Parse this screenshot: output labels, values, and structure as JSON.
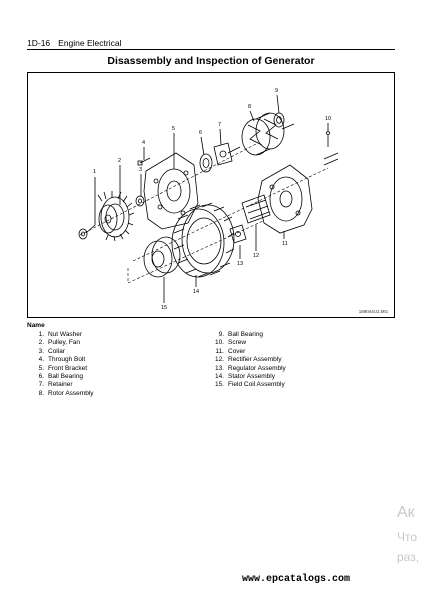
{
  "header": {
    "section": "1D-16",
    "chapter": "Engine Electrical"
  },
  "title": "Disassembly and Inspection of Generator",
  "figure": {
    "code": "189044U1.MG",
    "callouts": [
      "1",
      "2",
      "3",
      "4",
      "5",
      "6",
      "7",
      "8",
      "9",
      "10",
      "11",
      "12",
      "13",
      "14",
      "15"
    ]
  },
  "legend": {
    "heading": "Name",
    "items": [
      {
        "num": "1.",
        "name": "Nut Washer"
      },
      {
        "num": "2.",
        "name": "Pulley, Fan"
      },
      {
        "num": "3.",
        "name": "Collar"
      },
      {
        "num": "4.",
        "name": "Through Bolt"
      },
      {
        "num": "5.",
        "name": "Front Bracket"
      },
      {
        "num": "6.",
        "name": "Ball Bearing"
      },
      {
        "num": "7.",
        "name": "Retainer"
      },
      {
        "num": "8.",
        "name": "Rotor Assembly"
      },
      {
        "num": "9.",
        "name": "Ball Bearing"
      },
      {
        "num": "10.",
        "name": "Screw"
      },
      {
        "num": "11.",
        "name": "Cover"
      },
      {
        "num": "12.",
        "name": "Rectifier Assembly"
      },
      {
        "num": "13.",
        "name": "Regulator Assembly"
      },
      {
        "num": "14.",
        "name": "Stator Assembly"
      },
      {
        "num": "15.",
        "name": "Field Coil Assembly"
      }
    ]
  },
  "watermark": {
    "line1": "Ак",
    "line2": "Что",
    "line3": "раз,"
  },
  "footer": {
    "url": "www.epcatalogs.com"
  }
}
